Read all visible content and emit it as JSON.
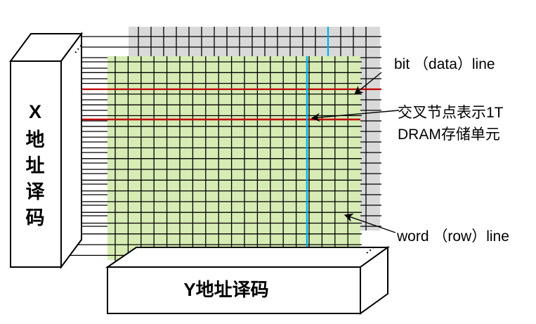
{
  "x_decoder": {
    "letter": "X",
    "chars": [
      "地",
      "址",
      "译",
      "码"
    ]
  },
  "y_decoder": {
    "label": "Y地址译码"
  },
  "labels": {
    "bit_line": "bit （data）line",
    "cell_line1": "交叉节点表示1T",
    "cell_line2": "DRAM存储单元",
    "word_line": "word （row）line"
  },
  "ellipsis": "⋯",
  "colors": {
    "back_array_fill": "#d9d9d9",
    "front_array_fill": "#d6ecb4",
    "selected_word_line": "#c00000",
    "selected_bit_line": "#00b0f0",
    "grid_line": "#000000"
  },
  "grid": {
    "front_rows": 19,
    "front_cols": 19,
    "back_rows": 19,
    "back_cols": 19
  }
}
